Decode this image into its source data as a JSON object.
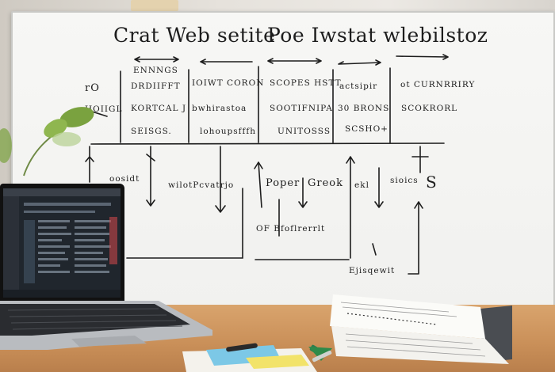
{
  "board": {
    "title_left": "Crat Web setite",
    "title_right": "Poe Iwstat wlebilstoz",
    "columns": [
      {
        "lines": [
          "ENNNGS",
          "DRDIIFFT",
          "SEISGS."
        ]
      },
      {
        "lines": [
          "IOIWT CORON",
          "bwhirastoa",
          "lohoupsfffh"
        ]
      },
      {
        "lines": [
          "SCOPES HSTT",
          "SOOTIFNIPA",
          "UNITOSSS"
        ]
      },
      {
        "lines": [
          "actsipir",
          "30 BRONS",
          "SCSHO+"
        ]
      },
      {
        "lines": [
          "ot CURNRRIRY",
          "SCOKRORL"
        ]
      }
    ],
    "side_top": "rO",
    "side_mid": "HOIIGL",
    "lower_labels": [
      "oosidt",
      "wilotPcvatrjo",
      "Poper",
      "Greok",
      "ekl",
      "sioics",
      "S"
    ],
    "lower_note": "OF Bfoflrerrlt",
    "bottom_note": "Ejisqewit"
  },
  "colors": {
    "marker": "#1d1d1d",
    "whiteboard": "#f5f5f3",
    "desk": "#c98f58"
  },
  "icons": [
    "laptop-icon",
    "notebook-icon",
    "plant-icon",
    "arrow-icon"
  ]
}
